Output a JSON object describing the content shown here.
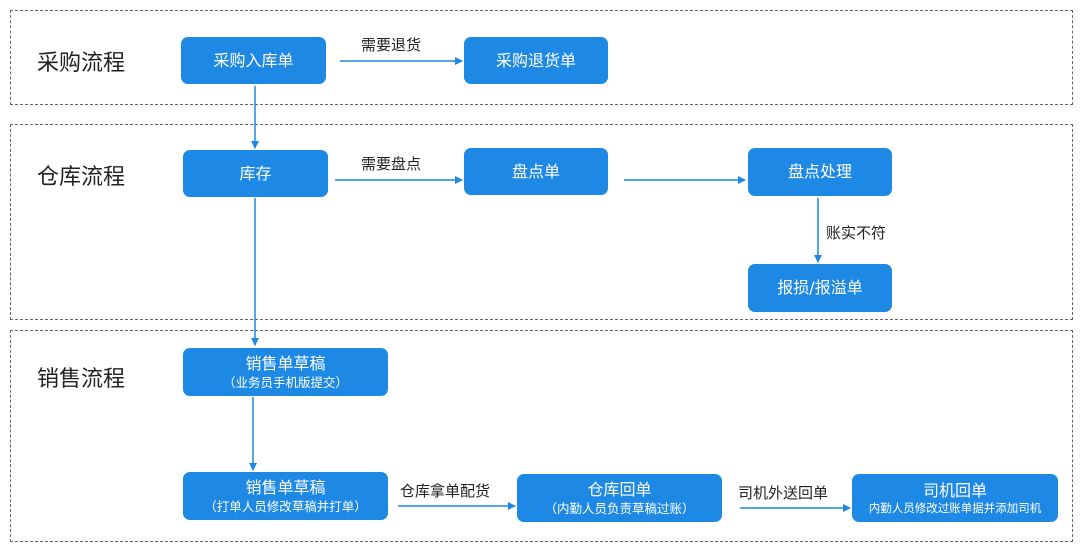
{
  "lanes": {
    "purchase": "采购流程",
    "warehouse": "仓库流程",
    "sales": "销售流程"
  },
  "nodes": {
    "purchase_in": {
      "label": "采购入库单"
    },
    "purchase_return": {
      "label": "采购退货单"
    },
    "stock": {
      "label": "库存"
    },
    "inventory_check": {
      "label": "盘点单"
    },
    "inventory_process": {
      "label": "盘点处理"
    },
    "loss_overflow": {
      "label": "报损/报溢单"
    },
    "sales_draft_1": {
      "label": "销售单草稿",
      "sub": "（业务员手机版提交）"
    },
    "sales_draft_2": {
      "label": "销售单草稿",
      "sub": "（打单人员修改草稿并打单）"
    },
    "warehouse_receipt": {
      "label": "仓库回单",
      "sub": "（内勤人员负责草稿过账）"
    },
    "driver_receipt": {
      "label": "司机回单",
      "sub": "内勤人员修改过账单据并添加司机"
    }
  },
  "edges": {
    "need_return": "需要退货",
    "need_check": "需要盘点",
    "mismatch": "账实不符",
    "pick": "仓库拿单配货",
    "deliver": "司机外送回单"
  },
  "colors": {
    "node": "#1e88e5",
    "arrow": "#1e88e5",
    "border": "#666666"
  }
}
